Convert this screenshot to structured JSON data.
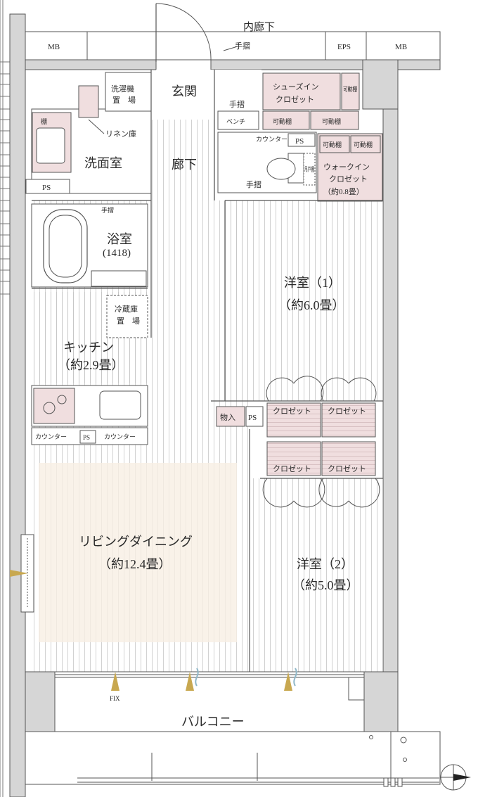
{
  "top": {
    "inner_corridor": "内廊下",
    "handrail": "手摺",
    "mb_left": "MB",
    "eps": "EPS",
    "mb_right": "MB"
  },
  "rooms": {
    "entrance": "玄関",
    "hallway": "廊下",
    "washroom": "洗面室",
    "washer_line1": "洗濯機",
    "washer_line2": "置　場",
    "linen": "リネン庫",
    "linen_shelf": "棚",
    "shoes_closet_line1": "シューズイン",
    "shoes_closet_line2": "クロゼット",
    "movable_shelf_vertical": "可動棚",
    "bench": "ベンチ",
    "handrail_entry": "手摺",
    "counter_toilet": "カウンター",
    "ps_toilet": "PS",
    "toilet_shelf": "吊戸棚",
    "handrail_toilet": "手摺",
    "movable_shelf": "可動棚",
    "wic_line1": "ウォークイン",
    "wic_line2": "クロゼット",
    "wic_line3": "（約0.8畳）",
    "ps_wash": "PS",
    "bath": "浴室",
    "bath_size": "(1418)",
    "handrail_bath": "手摺",
    "fridge_line1": "冷蔵庫",
    "fridge_line2": "置　場",
    "kitchen": "キッチン",
    "kitchen_size": "（約2.9畳）",
    "counter_left": "カウンター",
    "ps_kitchen": "PS",
    "counter_right": "カウンター",
    "living": "リビングダイニング",
    "living_size": "（約12.4畳）",
    "western1": "洋室（1）",
    "western1_size": "（約6.0畳）",
    "storage": "物入",
    "ps_mid": "PS",
    "closet": "クロゼット",
    "western2": "洋室（2）",
    "western2_size": "（約5.0畳）",
    "fix": "FIX",
    "balcony": "バルコニー"
  },
  "colors": {
    "wall": "#d6d6d6",
    "wall_stroke": "#555555",
    "floor_line": "#bdbdbd",
    "closet_fill": "#f0dedf",
    "living_tint": "#f8efe4",
    "vent": "#c8a850",
    "vent_blue": "#8fb7c8"
  }
}
